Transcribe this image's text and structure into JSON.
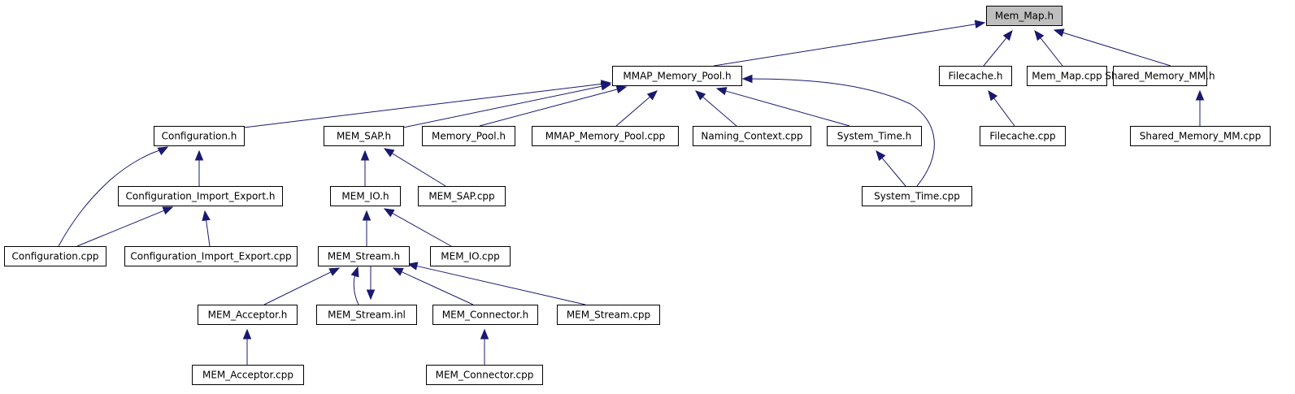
{
  "diagram": {
    "type": "include-dependency-graph",
    "colors": {
      "edge": "#191970",
      "root_fill": "#bfbfbf",
      "node_fill": "#ffffff",
      "node_border": "#000000"
    },
    "nodes": [
      {
        "id": "mem_map_h",
        "label": "Mem_Map.h",
        "root": true
      },
      {
        "id": "mmap_memory_pool_h",
        "label": "MMAP_Memory_Pool.h"
      },
      {
        "id": "filecache_h",
        "label": "Filecache.h"
      },
      {
        "id": "mem_map_cpp",
        "label": "Mem_Map.cpp"
      },
      {
        "id": "shared_memory_mm_h",
        "label": "Shared_Memory_MM.h"
      },
      {
        "id": "configuration_h",
        "label": "Configuration.h"
      },
      {
        "id": "mem_sap_h",
        "label": "MEM_SAP.h"
      },
      {
        "id": "memory_pool_h",
        "label": "Memory_Pool.h"
      },
      {
        "id": "mmap_memory_pool_cpp",
        "label": "MMAP_Memory_Pool.cpp"
      },
      {
        "id": "naming_context_cpp",
        "label": "Naming_Context.cpp"
      },
      {
        "id": "system_time_h",
        "label": "System_Time.h"
      },
      {
        "id": "filecache_cpp",
        "label": "Filecache.cpp"
      },
      {
        "id": "shared_memory_mm_cpp",
        "label": "Shared_Memory_MM.cpp"
      },
      {
        "id": "configuration_import_export_h",
        "label": "Configuration_Import_Export.h"
      },
      {
        "id": "mem_io_h",
        "label": "MEM_IO.h"
      },
      {
        "id": "mem_sap_cpp",
        "label": "MEM_SAP.cpp"
      },
      {
        "id": "system_time_cpp",
        "label": "System_Time.cpp"
      },
      {
        "id": "configuration_cpp",
        "label": "Configuration.cpp"
      },
      {
        "id": "configuration_import_export_cpp",
        "label": "Configuration_Import_Export.cpp"
      },
      {
        "id": "mem_stream_h",
        "label": "MEM_Stream.h"
      },
      {
        "id": "mem_io_cpp",
        "label": "MEM_IO.cpp"
      },
      {
        "id": "mem_acceptor_h",
        "label": "MEM_Acceptor.h"
      },
      {
        "id": "mem_stream_inl",
        "label": "MEM_Stream.inl"
      },
      {
        "id": "mem_connector_h",
        "label": "MEM_Connector.h"
      },
      {
        "id": "mem_stream_cpp",
        "label": "MEM_Stream.cpp"
      },
      {
        "id": "mem_acceptor_cpp",
        "label": "MEM_Acceptor.cpp"
      },
      {
        "id": "mem_connector_cpp",
        "label": "MEM_Connector.cpp"
      }
    ],
    "edges": [
      {
        "from": "mmap_memory_pool_h",
        "to": "mem_map_h"
      },
      {
        "from": "filecache_h",
        "to": "mem_map_h"
      },
      {
        "from": "mem_map_cpp",
        "to": "mem_map_h"
      },
      {
        "from": "shared_memory_mm_h",
        "to": "mem_map_h"
      },
      {
        "from": "configuration_h",
        "to": "mmap_memory_pool_h"
      },
      {
        "from": "mem_sap_h",
        "to": "mmap_memory_pool_h"
      },
      {
        "from": "memory_pool_h",
        "to": "mmap_memory_pool_h"
      },
      {
        "from": "mmap_memory_pool_cpp",
        "to": "mmap_memory_pool_h"
      },
      {
        "from": "naming_context_cpp",
        "to": "mmap_memory_pool_h"
      },
      {
        "from": "system_time_h",
        "to": "mmap_memory_pool_h"
      },
      {
        "from": "system_time_cpp",
        "to": "mmap_memory_pool_h"
      },
      {
        "from": "filecache_cpp",
        "to": "filecache_h"
      },
      {
        "from": "shared_memory_mm_cpp",
        "to": "shared_memory_mm_h"
      },
      {
        "from": "configuration_import_export_h",
        "to": "configuration_h"
      },
      {
        "from": "configuration_cpp",
        "to": "configuration_h"
      },
      {
        "from": "mem_io_h",
        "to": "mem_sap_h"
      },
      {
        "from": "mem_sap_cpp",
        "to": "mem_sap_h"
      },
      {
        "from": "system_time_cpp",
        "to": "system_time_h"
      },
      {
        "from": "configuration_cpp",
        "to": "configuration_import_export_h"
      },
      {
        "from": "configuration_import_export_cpp",
        "to": "configuration_import_export_h"
      },
      {
        "from": "mem_stream_h",
        "to": "mem_io_h"
      },
      {
        "from": "mem_io_cpp",
        "to": "mem_io_h"
      },
      {
        "from": "mem_acceptor_h",
        "to": "mem_stream_h"
      },
      {
        "from": "mem_stream_inl",
        "to": "mem_stream_h"
      },
      {
        "from": "mem_stream_h",
        "to": "mem_stream_inl"
      },
      {
        "from": "mem_connector_h",
        "to": "mem_stream_h"
      },
      {
        "from": "mem_stream_cpp",
        "to": "mem_stream_h"
      },
      {
        "from": "mem_acceptor_cpp",
        "to": "mem_acceptor_h"
      },
      {
        "from": "mem_connector_cpp",
        "to": "mem_connector_h"
      }
    ]
  }
}
